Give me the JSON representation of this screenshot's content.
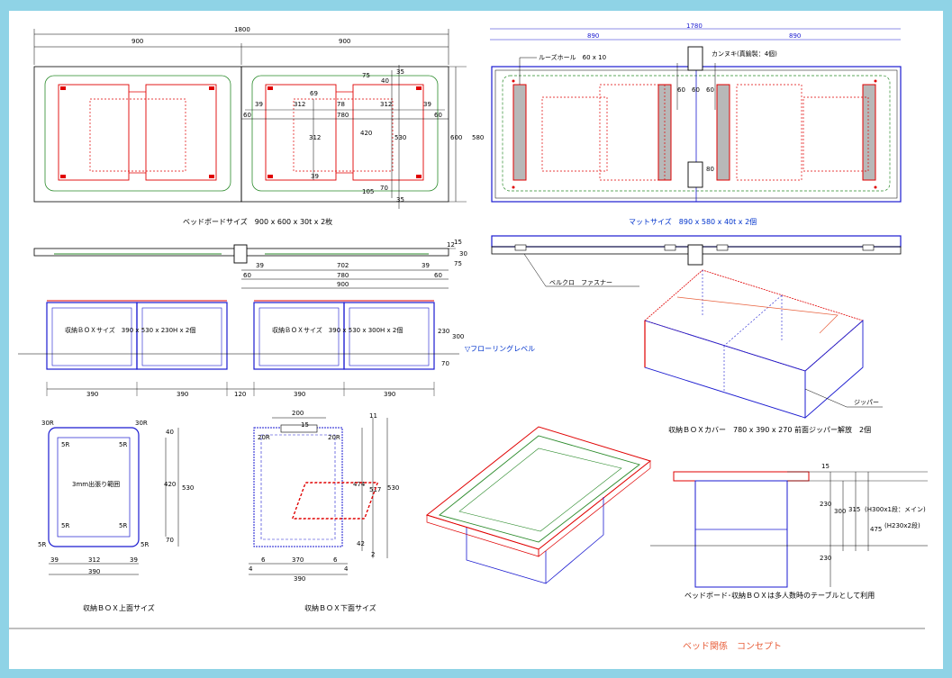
{
  "colors": {
    "red": "#e00000",
    "blue": "#1a1ad0",
    "green": "#2a8a2a",
    "orange": "#e8603c",
    "frame": "#8fd3e6"
  },
  "board": {
    "total": "1800",
    "half_a": "900",
    "half_b": "900",
    "d75": "75",
    "d40": "40",
    "d35a": "35",
    "d69": "69",
    "d39a": "39",
    "d312a": "312",
    "d78": "78",
    "d312b": "312",
    "d39b": "39",
    "d60a": "60",
    "d780": "780",
    "d60b": "60",
    "d312c": "312",
    "d420": "420",
    "d530": "530",
    "d600": "600",
    "d580": "580",
    "d39c": "39",
    "d105": "105",
    "d70": "70",
    "d35b": "35",
    "caption": "ベッドボードサイズ　900 x 600 x 30t x 2枚"
  },
  "mat": {
    "total": "1780",
    "half_a": "890",
    "half_b": "890",
    "loophole": "ルーズホール　60 x 10",
    "kannuki": "カンヌキ(真鍮製：4個)",
    "d60a": "60",
    "d60b": "60",
    "d60c": "60",
    "d80": "80",
    "caption": "マットサイズ　890 x 580 x 40t x 2個"
  },
  "side": {
    "d12": "12",
    "d15": "15",
    "d30": "30",
    "d75": "75",
    "d60a": "60",
    "d39a": "39",
    "d702": "702",
    "d39b": "39",
    "d60b": "60",
    "d780": "780",
    "d900": "900",
    "velcro": "ベルクロ　ファスナー"
  },
  "boxes": {
    "left_label": "収納ＢＯＸサイズ　390 x 530 x 230H x 2個",
    "right_label": "収納ＢＯＸサイズ　390 x 530 x 300H x 2個",
    "d230": "230",
    "d300": "300",
    "d70": "70",
    "floor": "▽フローリングレベル",
    "w1": "390",
    "w2": "390",
    "w3": "120",
    "w4": "390",
    "w5": "390"
  },
  "cover": {
    "zipper": "ジッパー",
    "caption": "収納ＢＯＸカバー　780 x 390 x 270  前面ジッパー解放　2個"
  },
  "top_view": {
    "r30a": "30R",
    "r30b": "30R",
    "r5a": "5R",
    "r5b": "5R",
    "r5c": "5R",
    "r5d": "5R",
    "r5e": "5R",
    "r5f": "5R",
    "label": "3mm出張り範囲",
    "d40": "40",
    "d420": "420",
    "d530": "530",
    "d70": "70",
    "d39a": "39",
    "d312": "312",
    "d39b": "39",
    "d390": "390",
    "caption": "収納ＢＯＸ上面サイズ"
  },
  "bottom_view": {
    "d200": "200",
    "d15": "15",
    "r20a": "20R",
    "r20b": "20R",
    "d11": "11",
    "d474": "474",
    "d517": "517",
    "d530": "530",
    "d42": "42",
    "d2": "2",
    "d4a": "4",
    "d6a": "6",
    "d370": "370",
    "d6b": "6",
    "d4b": "4",
    "d390": "390",
    "caption": "収納ＢＯＸ下面サイズ"
  },
  "table": {
    "d15": "15",
    "d230a": "230",
    "d300": "300",
    "d315": "315",
    "n1": "(H300x1段：メイン)",
    "n2": "(H230x2段)",
    "d475": "475",
    "d230b": "230",
    "caption": "ベッドボード･収納ＢＯＸは多人数時のテーブルとして利用"
  },
  "title": "ベッド関係　コンセプト"
}
